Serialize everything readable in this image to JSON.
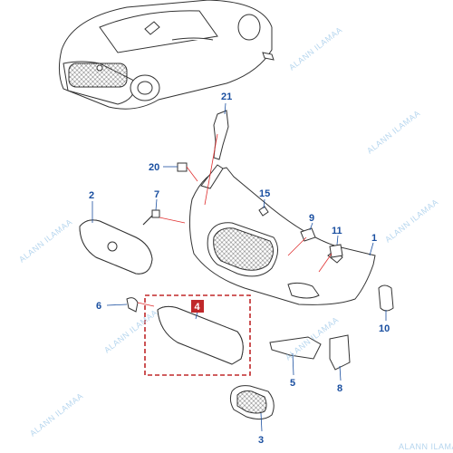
{
  "colors": {
    "callout": "#1a4fa0",
    "highlight": "#c0282a",
    "leader_red": "#e03030",
    "watermark": "#9cc7e8",
    "line": "#333333"
  },
  "callouts": {
    "c1": "1",
    "c2": "2",
    "c3": "3",
    "c4": "4",
    "c5": "5",
    "c6": "6",
    "c7": "7",
    "c8": "8",
    "c9": "9",
    "c10": "10",
    "c11": "11",
    "c15": "15",
    "c20": "20",
    "c21": "21"
  },
  "watermark": {
    "text": "ALANN ILAMAA",
    "corner_text": "ALANN ILAMAA"
  }
}
